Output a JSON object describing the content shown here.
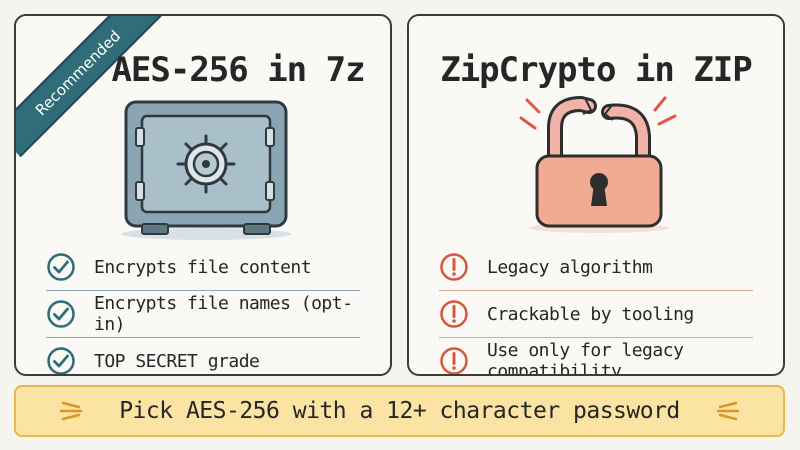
{
  "left_card": {
    "ribbon": "Recommended",
    "title": "AES-256 in 7z",
    "items": [
      {
        "text": "Encrypts file content"
      },
      {
        "text": "Encrypts file names (opt-in)"
      },
      {
        "text": "TOP SECRET grade"
      }
    ],
    "accent": "#2f6d78"
  },
  "right_card": {
    "title": "ZipCrypto in ZIP",
    "items": [
      {
        "text": "Legacy algorithm"
      },
      {
        "text": "Crackable by tooling"
      },
      {
        "text": "Use only for legacy compatibility"
      }
    ],
    "accent": "#d5583e"
  },
  "banner": {
    "text": "Pick  AES-256 with a 12+ character password",
    "color": "#fbe3a4"
  },
  "icons": {
    "left_items": "check-circle-icon",
    "right_items": "exclamation-circle-icon",
    "left_illustration": "safe-icon",
    "right_illustration": "broken-padlock-icon"
  }
}
